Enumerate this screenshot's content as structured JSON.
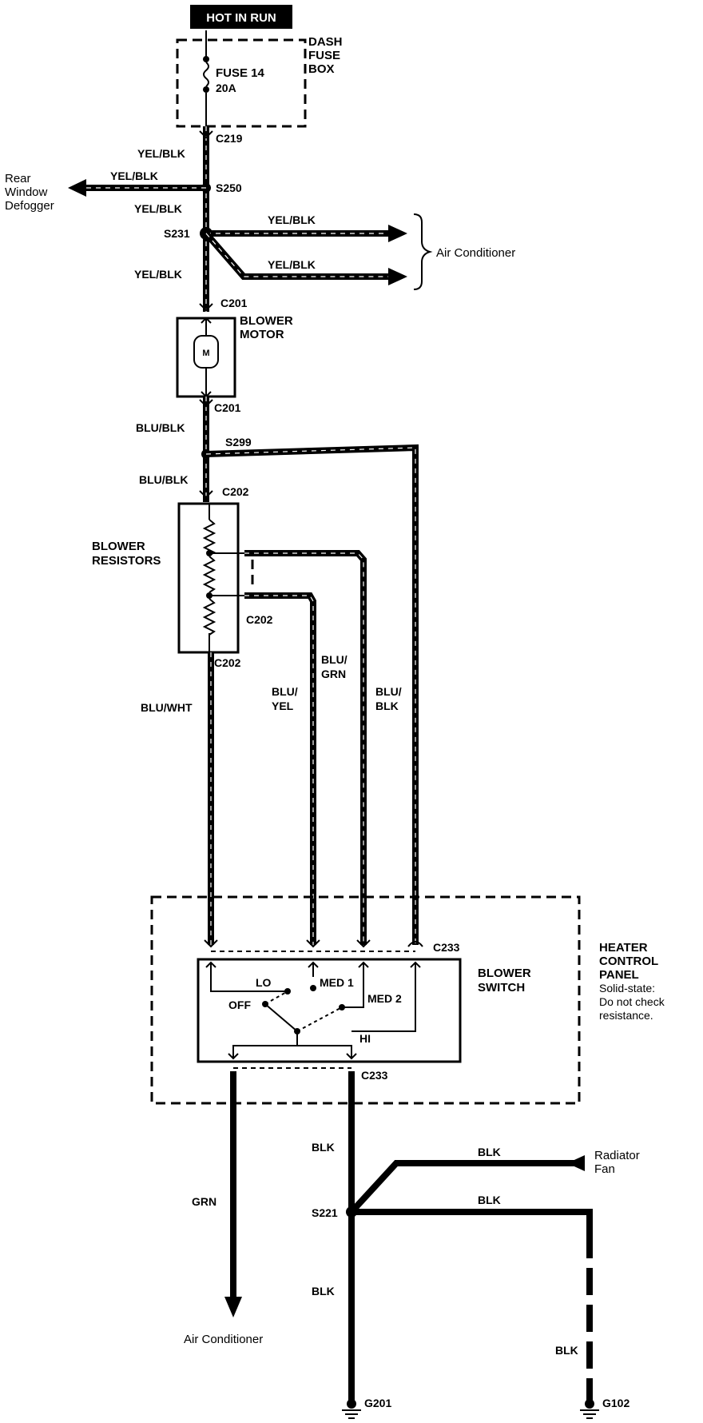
{
  "header": {
    "hot_in_run": "HOT IN RUN"
  },
  "fuse_box": {
    "fuse_name": "FUSE 14",
    "fuse_rating": "20A",
    "box_line1": "DASH",
    "box_line2": "FUSE",
    "box_line3": "BOX"
  },
  "connectors": {
    "c219": "C219",
    "s250": "S250",
    "s231": "S231",
    "c201_top": "C201",
    "c201_bottom": "C201",
    "s299": "S299",
    "c202_top": "C202",
    "c202_mid": "C202",
    "c202_bottom": "C202",
    "c233_top": "C233",
    "c233_bottom": "C233",
    "s221": "S221",
    "g201": "G201",
    "g102": "G102"
  },
  "wires": {
    "yel_blk_1": "YEL/BLK",
    "yel_blk_2": "YEL/BLK",
    "yel_blk_3": "YEL/BLK",
    "yel_blk_4": "YEL/BLK",
    "yel_blk_5": "YEL/BLK",
    "yel_blk_6": "YEL/BLK",
    "blu_blk_1": "BLU/BLK",
    "blu_blk_2": "BLU/BLK",
    "blu_blk_3_a": "BLU/",
    "blu_blk_3_b": "BLK",
    "blu_grn_a": "BLU/",
    "blu_grn_b": "GRN",
    "blu_yel_a": "BLU/",
    "blu_yel_b": "YEL",
    "blu_wht": "BLU/WHT",
    "grn": "GRN",
    "blk_1": "BLK",
    "blk_2": "BLK",
    "blk_3": "BLK",
    "blk_4": "BLK",
    "blk_5": "BLK"
  },
  "destinations": {
    "rear_1": "Rear",
    "rear_2": "Window",
    "rear_3": "Defogger",
    "air_cond_top": "Air Conditioner",
    "air_cond_bottom": "Air Conditioner",
    "radiator_1": "Radiator",
    "radiator_2": "Fan"
  },
  "components": {
    "blower_motor_1": "BLOWER",
    "blower_motor_2": "MOTOR",
    "motor_symbol": "M",
    "blower_res_1": "BLOWER",
    "blower_res_2": "RESISTORS",
    "blower_switch_1": "BLOWER",
    "blower_switch_2": "SWITCH",
    "pos_lo": "LO",
    "pos_med1": "MED 1",
    "pos_med2": "MED 2",
    "pos_off": "OFF",
    "pos_hi": "HI"
  },
  "heater_panel": {
    "title_1": "HEATER",
    "title_2": "CONTROL",
    "title_3": "PANEL",
    "note_1": "Solid-state:",
    "note_2": "Do not check",
    "note_3": "resistance."
  }
}
